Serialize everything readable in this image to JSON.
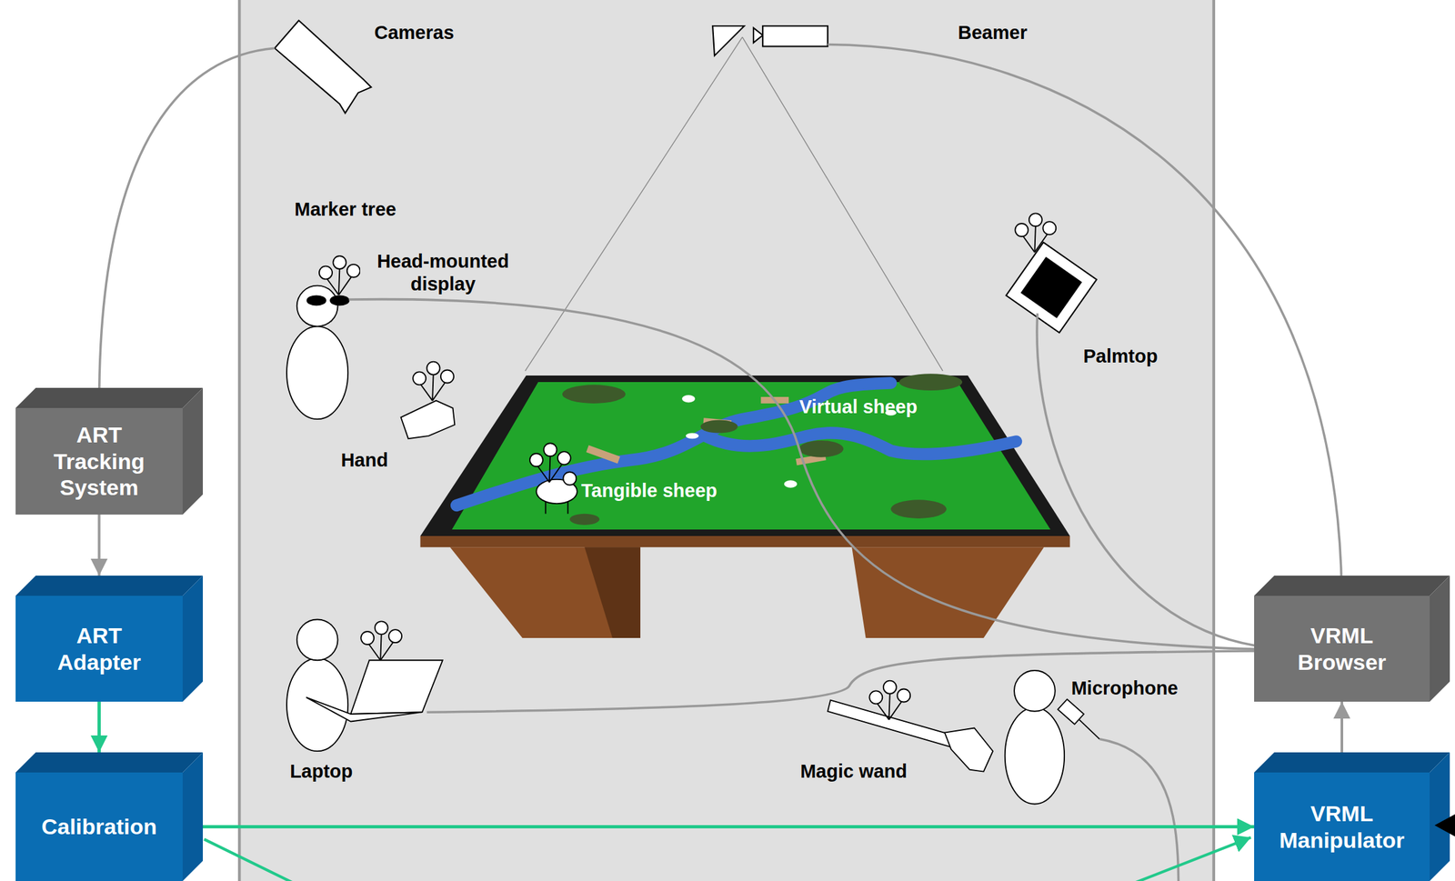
{
  "diagram": {
    "nodes": [
      {
        "text": [
          "ART Tracking System"
        ]
      },
      {
        "text": [
          "ART Adapter"
        ]
      },
      {
        "text": [
          "Calibration"
        ]
      },
      {
        "text": [
          "VRML Browser"
        ]
      },
      {
        "text": [
          "VRML Manipulator"
        ]
      }
    ],
    "edges": [
      {
        "from": 0,
        "to": 1,
        "arrow": "to"
      },
      {
        "from": 1,
        "to": 2,
        "arrow": "to"
      },
      {
        "from": 2,
        "to": 4,
        "arrow": "to"
      },
      {
        "from": 4,
        "to": 3,
        "arrow": "to"
      }
    ],
    "labels": [
      "Cameras",
      "Beamer",
      "Marker tree",
      "Head-mounted display",
      "Hand",
      "Virtual sheep",
      "Tangible sheep",
      "Palmtop",
      "Laptop",
      "Magic wand",
      "Microphone"
    ]
  }
}
